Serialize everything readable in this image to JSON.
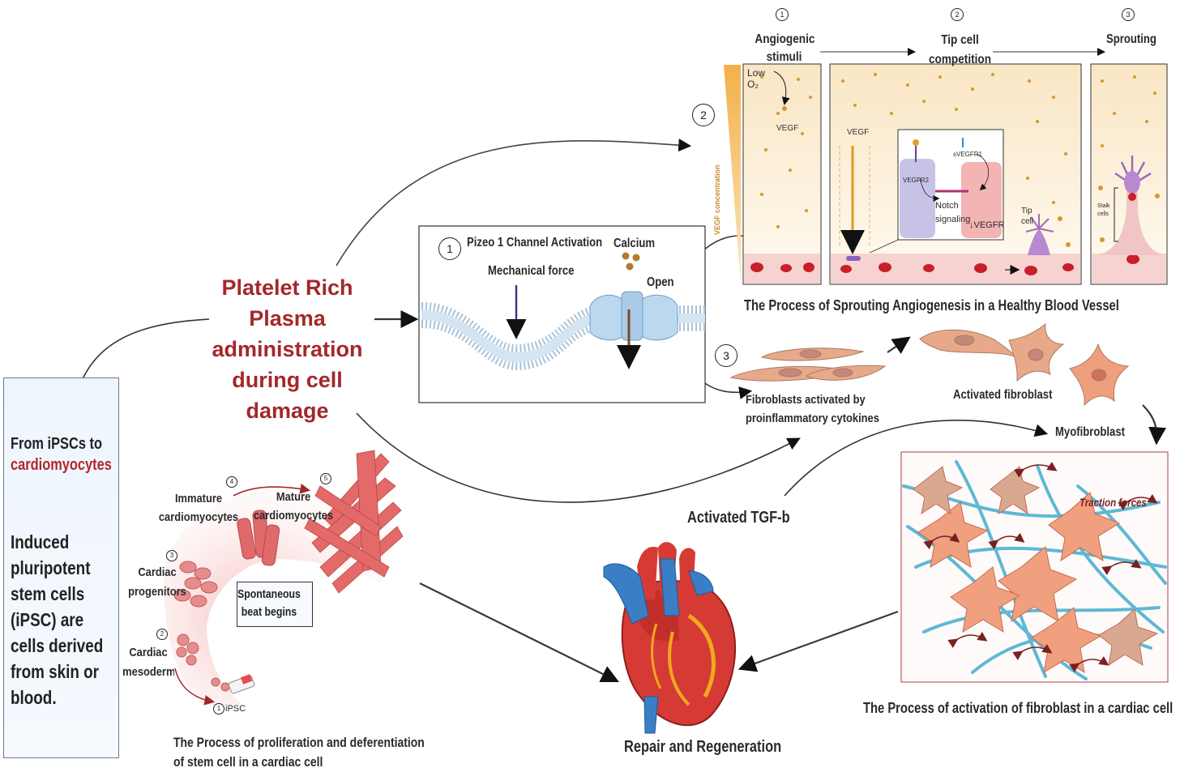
{
  "prp_title": "Platelet Rich Plasma administration during cell damage",
  "ipsc_panel": {
    "heading_line1": "From iPSCs to",
    "heading_line2": "cardiomyocytes",
    "body": "Induced pluripotent stem cells (iPSC) are cells derived from skin or blood."
  },
  "piezo": {
    "step": "1",
    "title": "Pizeo 1 Channel Activation",
    "calcium": "Calcium",
    "mechanical_force": "Mechanical force",
    "open": "Open"
  },
  "angiogenesis": {
    "step": "2",
    "stages": [
      {
        "num": "1",
        "label": "Angiogenic stimuli"
      },
      {
        "num": "2",
        "label": "Tip cell competition"
      },
      {
        "num": "3",
        "label": "Sprouting"
      }
    ],
    "low_o2": "Low O₂",
    "vegf": "VEGF",
    "vegf_concentration": "VEGF concentration",
    "vegfr2": "VEGFR2",
    "svegfr1": "sVEGFR1",
    "notch": "Notch signaling",
    "down_vegfr": "↓VEGFR",
    "tip_cell": "Tip cell",
    "stalk_cells": "Stalk cells",
    "caption": "The Process of Sprouting Angiogenesis in a Healthy Blood Vessel"
  },
  "fibroblast": {
    "step": "3",
    "activated_by": "Fibroblasts activated by proinflammatory cytokines",
    "activated_fibroblast": "Activated fibroblast",
    "myofibroblast": "Myofibroblast",
    "traction_forces": "Traction forces",
    "caption": "The Process of activation of fibroblast  in a cardiac cell"
  },
  "tgf": "Activated  TGF-b",
  "stem": {
    "stages": [
      {
        "num": "1",
        "label": "iPSC"
      },
      {
        "num": "2",
        "label": "Cardiac mesoderm"
      },
      {
        "num": "3",
        "label": "Cardiac progenitors"
      },
      {
        "num": "4",
        "label": "Immature cardiomyocytes"
      },
      {
        "num": "5",
        "label": "Mature cardiomyocytes"
      }
    ],
    "spontaneous": "Spontaneous beat begins",
    "caption_line1": "The Process of proliferation and deferentiation",
    "caption_line2": "of stem cell  in a cardiac cell"
  },
  "repair": "Repair and Regeneration",
  "colors": {
    "prp_red": "#a3282b",
    "fibroblast_peach": "#e8a98a",
    "vessel_cream": "#fdf3e2",
    "fiber_blue": "#5fb8d4",
    "ipsc_panel_blue": "#eef5fd"
  }
}
